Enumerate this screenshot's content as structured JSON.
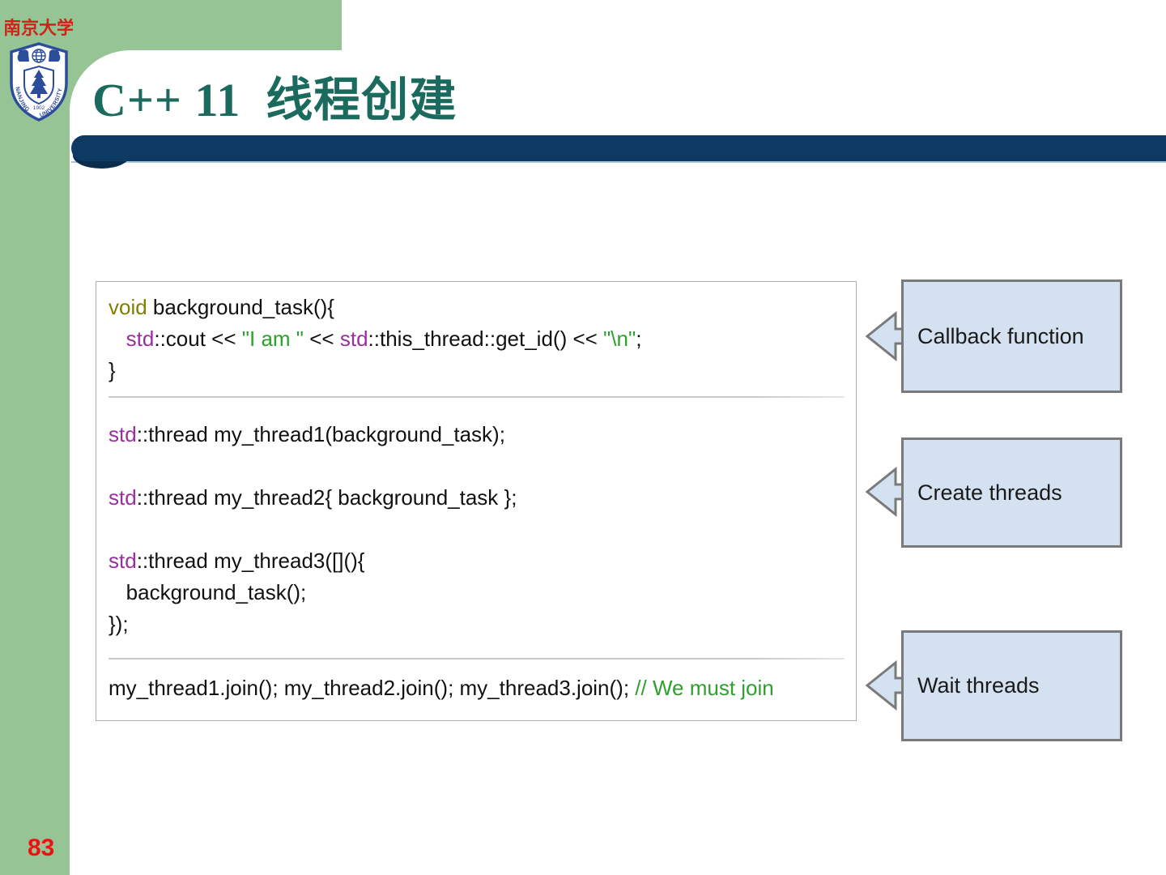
{
  "slide": {
    "title": "C++ 11  线程创建",
    "page_number": "83"
  },
  "logo": {
    "chinese_name": "南京大学",
    "nanjing": "NANJING",
    "university": "UNIVERSITY",
    "year": "1902"
  },
  "colors": {
    "background_green": "#96C494",
    "navy_bar": "#0D3A63",
    "bar_notch": "#0A2D4E",
    "bar_underline": "#A9C6D8",
    "title_teal": "#1A6B5E",
    "code_keyword_olive": "#7F7F00",
    "code_namespace_purple": "#9B2F9F",
    "code_string_green": "#2EA02E",
    "code_comment_green": "#2EA02E",
    "callout_fill": "#D3E1F1",
    "callout_border": "#7A7A7A",
    "page_number_red": "#EE1111",
    "logo_red": "#CE2418",
    "logo_blue": "#2C4C9C"
  },
  "code": {
    "sections": [
      {
        "lines": [
          [
            {
              "c": "kw",
              "t": "void"
            },
            {
              "c": "pl",
              "t": " background_task(){"
            }
          ],
          [
            {
              "c": "pl",
              "t": "   "
            },
            {
              "c": "ns",
              "t": "std"
            },
            {
              "c": "pl",
              "t": "::cout << "
            },
            {
              "c": "str",
              "t": "\"I am \""
            },
            {
              "c": "pl",
              "t": " << "
            },
            {
              "c": "ns",
              "t": "std"
            },
            {
              "c": "pl",
              "t": "::this_thread::get_id() << "
            },
            {
              "c": "str",
              "t": "\"\\n\""
            },
            {
              "c": "pl",
              "t": ";"
            }
          ],
          [
            {
              "c": "pl",
              "t": "}"
            }
          ]
        ]
      },
      {
        "lines": [
          [
            {
              "c": "ns",
              "t": "std"
            },
            {
              "c": "pl",
              "t": "::thread my_thread1(background_task);"
            }
          ],
          [],
          [
            {
              "c": "ns",
              "t": "std"
            },
            {
              "c": "pl",
              "t": "::thread my_thread2{ background_task };"
            }
          ],
          [],
          [
            {
              "c": "ns",
              "t": "std"
            },
            {
              "c": "pl",
              "t": "::thread my_thread3([](){"
            }
          ],
          [
            {
              "c": "pl",
              "t": "   background_task();"
            }
          ],
          [
            {
              "c": "pl",
              "t": "});"
            }
          ]
        ]
      },
      {
        "lines": [
          [
            {
              "c": "pl",
              "t": "my_thread1.join(); my_thread2.join(); my_thread3.join(); "
            },
            {
              "c": "com",
              "t": "// We must join"
            }
          ]
        ]
      }
    ]
  },
  "callouts": [
    {
      "label": "Callback function"
    },
    {
      "label": "Create threads"
    },
    {
      "label": "Wait threads"
    }
  ]
}
